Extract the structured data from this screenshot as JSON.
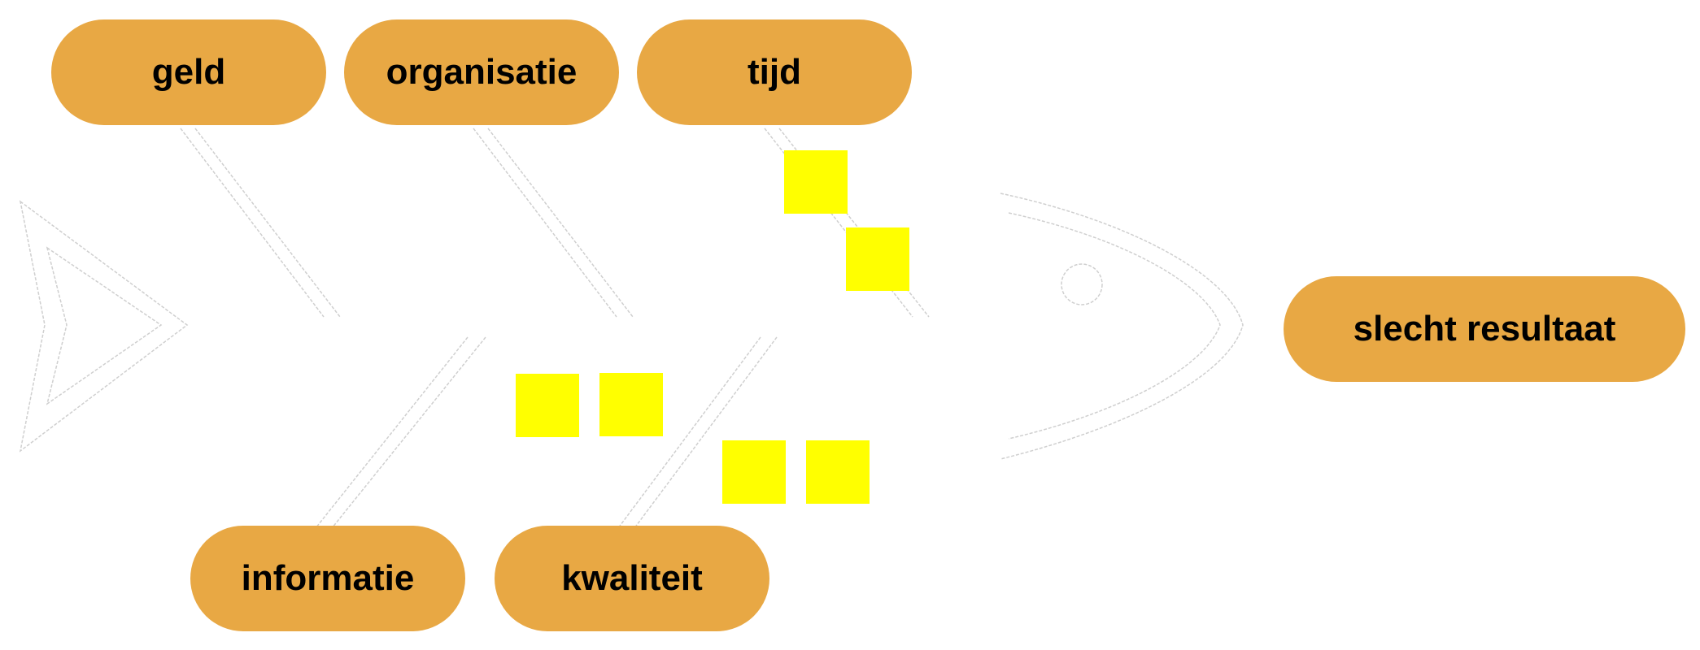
{
  "colors": {
    "pill_fill": "#E8A844",
    "note_fill": "#FFFF00",
    "outline": "#c8c8c8",
    "text": "#000000"
  },
  "categories": {
    "geld": "geld",
    "organisatie": "organisatie",
    "tijd": "tijd",
    "informatie": "informatie",
    "kwaliteit": "kwaliteit"
  },
  "effect": "slecht resultaat",
  "sticky_notes": [
    "",
    "",
    "",
    "",
    "",
    ""
  ]
}
